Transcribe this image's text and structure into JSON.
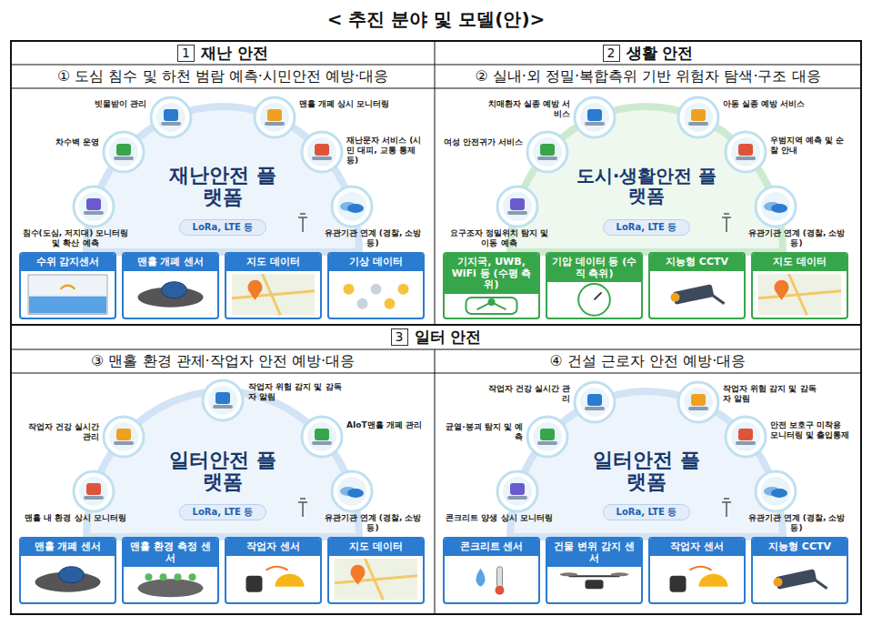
{
  "diagram": {
    "title": "< 추진 분야 및 모델(안)>",
    "nodes": [
      {
        "text": [
          "재난 안전"
        ]
      },
      {
        "text": [
          "1"
        ],
        "in": 0
      },
      {
        "text": [
          "생활 안전"
        ]
      },
      {
        "text": [
          "2"
        ],
        "in": 2
      },
      {
        "text": [
          "① 도심 침수 및 하천 범람 예측·시민안전 예방·대응"
        ]
      },
      {
        "text": [
          "② 실내·외 정밀·복합측위 기반 위험자 탐색·구조 대응"
        ]
      },
      {
        "text": [
          "재난안전 플랫폼"
        ]
      },
      {
        "text": [
          "LoRa, LTE 등"
        ]
      },
      {
        "text": [
          "수위 감지센서"
        ]
      },
      {
        "text": [
          "맨홀 개폐 센서"
        ]
      },
      {
        "text": [
          "지도 데이터"
        ]
      },
      {
        "text": [
          "기상 데이터"
        ]
      },
      {
        "text": [
          "도시·생활안전 플랫폼"
        ]
      },
      {
        "text": [
          "LoRa, LTE 등"
        ]
      },
      {
        "text": [
          "기지국, UWB, WiFi 등 (수평 측위)"
        ]
      },
      {
        "text": [
          "기압 데이터 등 (수직 측위)"
        ]
      },
      {
        "text": [
          "지능형 CCTV"
        ]
      },
      {
        "text": [
          "지도 데이터"
        ]
      },
      {
        "text": [
          "일터 안전"
        ]
      },
      {
        "text": [
          "3"
        ],
        "in": 18
      },
      {
        "text": [
          "③ 맨홀 환경 관제·작업자 안전 예방·대응"
        ]
      },
      {
        "text": [
          "④ 건설 근로자 안전 예방·대응"
        ]
      },
      {
        "text": [
          "일터안전 플랫폼"
        ]
      },
      {
        "text": [
          "LoRa, LTE 등"
        ]
      },
      {
        "text": [
          "맨홀 개폐 센서"
        ]
      },
      {
        "text": [
          "맨홀 환경 측정 센서"
        ]
      },
      {
        "text": [
          "작업자 센서"
        ]
      },
      {
        "text": [
          "지도 데이터"
        ]
      },
      {
        "text": [
          "일터안전 플랫폼"
        ]
      },
      {
        "text": [
          "LoRa, LTE 등"
        ]
      },
      {
        "text": [
          "콘크리트 센서"
        ]
      },
      {
        "text": [
          "건물 변위 감지 센서"
        ]
      },
      {
        "text": [
          "작업자 센서"
        ]
      },
      {
        "text": [
          "지능형 CCTV"
        ]
      }
    ],
    "labels": [
      "빗물받이 관리",
      "맨홀 개폐 상시 모니터링",
      "차수벽 운영",
      "재난문자 서비스 (시민 대피, 교통 통제 등)",
      "침수(도심, 저지대) 모니터링 및 확산 예측",
      "유관기관 연계 (경찰, 소방 등)",
      "치매환자 실종 예방 서비스",
      "아동 실종 예방 서비스",
      "여성 안전귀가 서비스",
      "우범지역 예측 및 순찰 안내",
      "요구조자 정밀위치 탐지 및 이동 예측",
      "유관기관 연계 (경찰, 소방 등)",
      "작업자 위험 감지 및 감독자 알림",
      "작업자 건강 실시간 관리",
      "AIoT맨홀 개폐 관리",
      "맨홀 내 환경 상시 모니터링",
      "유관기관 연계 (경찰, 소방 등)",
      "작업자 건강 실시간 관리",
      "작업자 위험 감지 및 감독자 알림",
      "균열·붕괴 탐지 및 예측",
      "안전 보호구 미착용 모니터링 및 출입통제",
      "콘크리트 양생 상시 모니터링",
      "유관기관 연계 (경찰, 소방 등)"
    ]
  }
}
